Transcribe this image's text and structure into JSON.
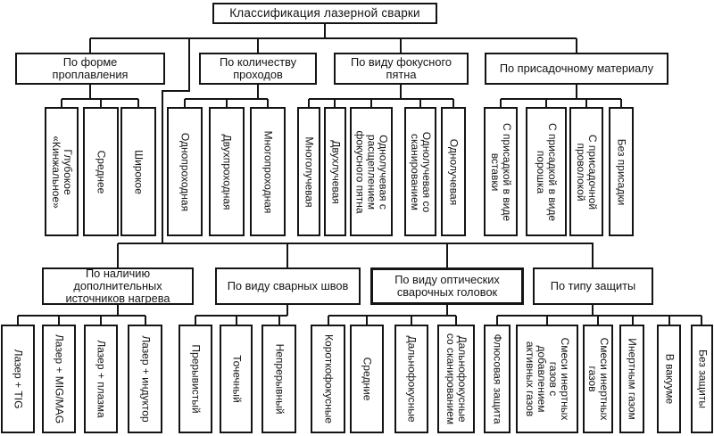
{
  "colors": {
    "ink": "#141414",
    "background": "#ffffff"
  },
  "title": "Классификация лазерной сварки",
  "tier1": [
    {
      "header": "По форме\nпроплавления",
      "items": [
        "Глубокое\n«Кинжальное»",
        "Среднее",
        "Широкое"
      ]
    },
    {
      "header": "По количеству\nпроходов",
      "items": [
        "Однопроходная",
        "Двухпроходная",
        "Многопроходная"
      ]
    },
    {
      "header": "По виду фокусного\nпятна",
      "items": [
        "Многолучевая",
        "Двухлучевая",
        "Однолучевая с\nрасщеплением\nфокусного пятна",
        "Однолучевая со\nсканированием",
        "Однолучевая"
      ]
    },
    {
      "header": "По присадочному материалу",
      "items": [
        "С присадкой в виде\nвставки",
        "С присадкой в виде\nпорошка",
        "С присадочной\nпроволокой",
        "Без присадки"
      ]
    }
  ],
  "tier2": [
    {
      "header": "По наличию\nдополнительных\nисточников нагрева",
      "items": [
        "Лазер + TIG",
        "Лазер + MIG/MAG",
        "Лазер + плазма",
        "Лазер + индуктор"
      ]
    },
    {
      "header": "По виду сварных швов",
      "items": [
        "Прерывистый",
        "Точечный",
        "Непрерывный"
      ]
    },
    {
      "header": "По виду оптических\nсварочных головок",
      "items": [
        "Короткофокусные",
        "Средние",
        "Дальнофокусные",
        "Дальнофокусные\nсо сканированием"
      ]
    },
    {
      "header": "По типу защиты",
      "items": [
        "Флюсовая защита",
        "Смеси инертных\nгазов с\nдобавлением\nактивных газов",
        "Смеси инертных\nгазов",
        "Инертным газом",
        "В вакууме",
        "Без защиты"
      ]
    }
  ]
}
